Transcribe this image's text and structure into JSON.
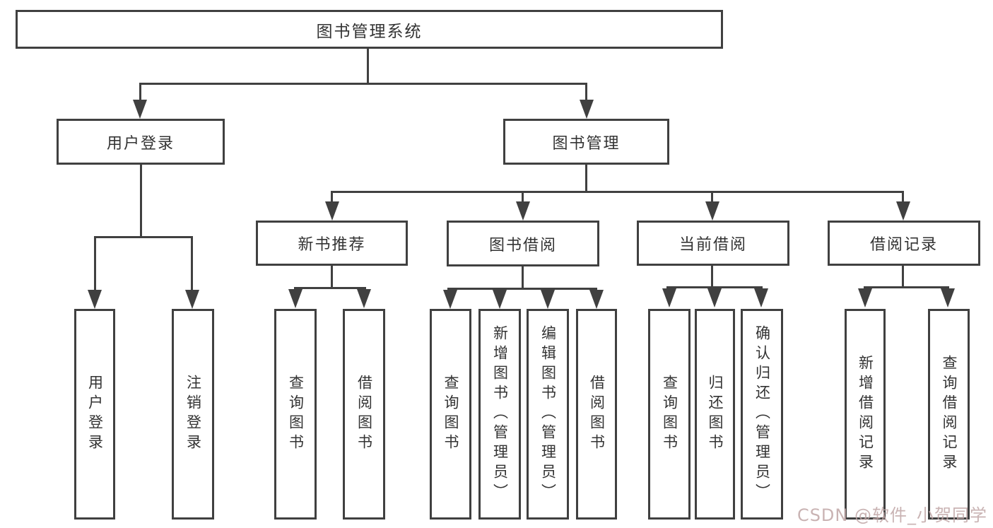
{
  "tree": {
    "root": "图书管理系统",
    "branches": [
      {
        "label": "用户登录",
        "children": [
          "用户登录",
          "注销登录"
        ]
      },
      {
        "label": "图书管理",
        "sections": [
          {
            "label": "新书推荐",
            "children": [
              "查询图书",
              "借阅图书"
            ]
          },
          {
            "label": "图书借阅",
            "children": [
              "查询图书",
              "新增图书（管理员）",
              "编辑图书（管理员）",
              "借阅图书"
            ]
          },
          {
            "label": "当前借阅",
            "children": [
              "查询图书",
              "归还图书",
              "确认归还（管理员）"
            ]
          },
          {
            "label": "借阅记录",
            "children": [
              "新增借阅记录",
              "查询借阅记录"
            ]
          }
        ]
      }
    ]
  },
  "watermark": {
    "text": "CSDN @软件_小贺同学",
    "color": "#c0a6a6"
  },
  "colors": {
    "line": "#404040",
    "box_border": "#404040",
    "box_fill": "#ffffff",
    "text": "#333333",
    "background": "#ffffff"
  }
}
